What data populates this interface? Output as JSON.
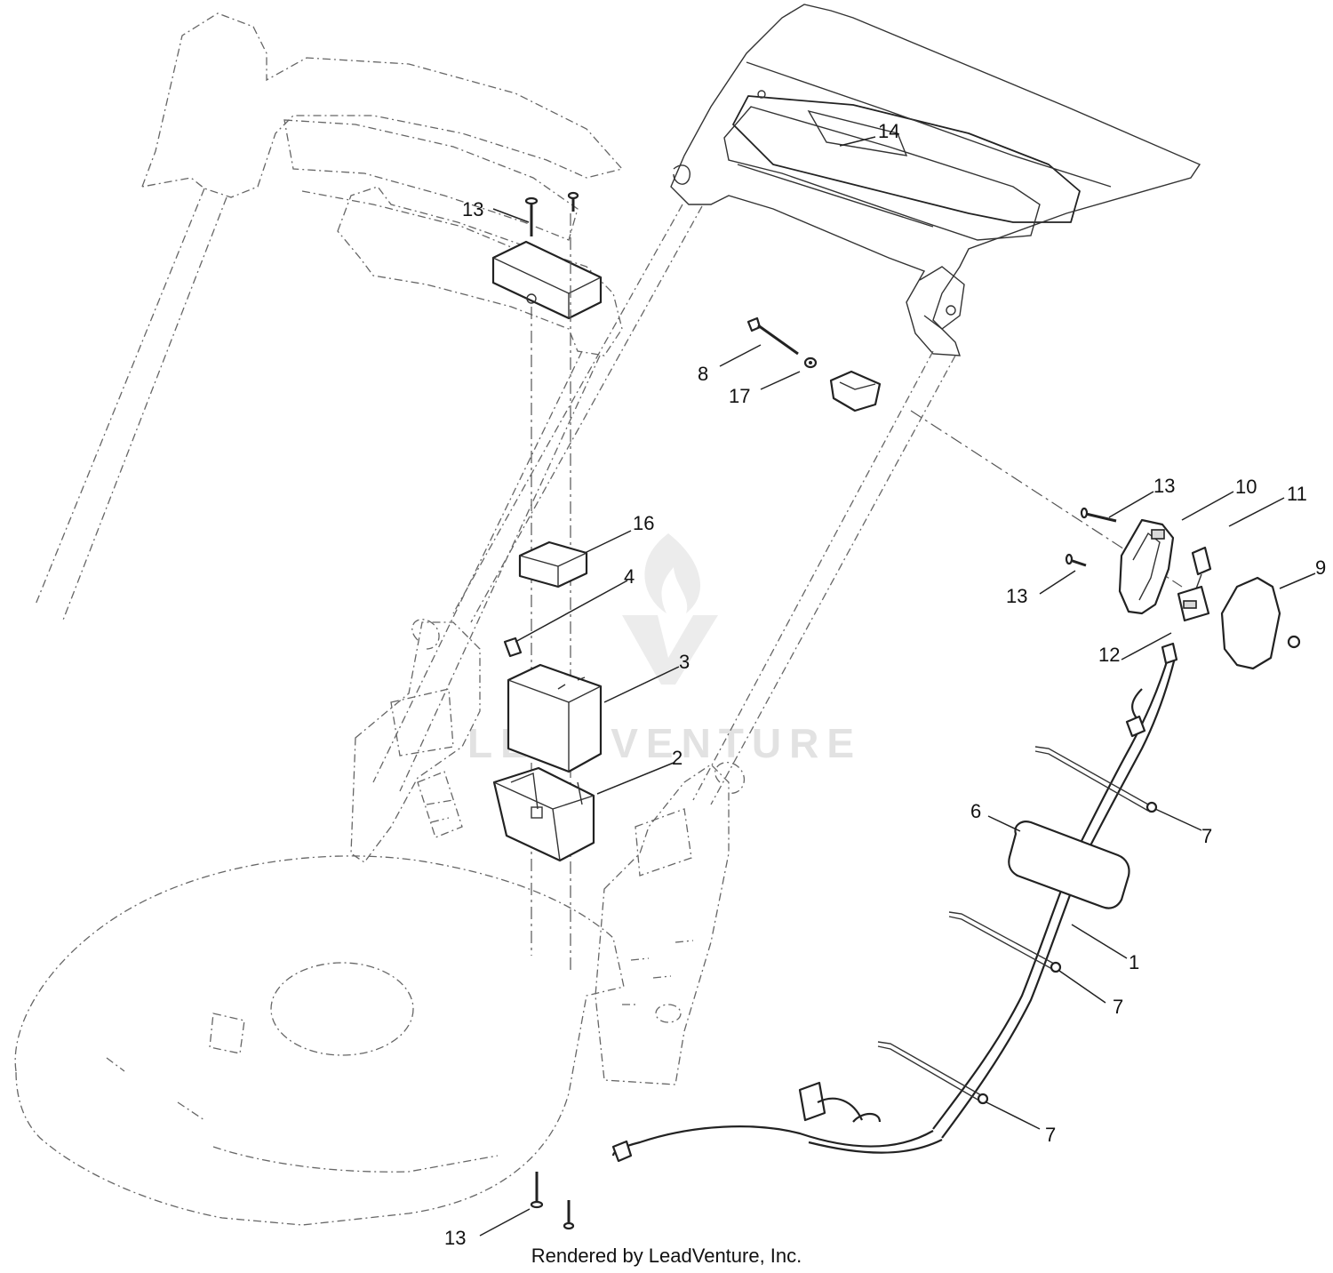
{
  "callouts": [
    {
      "id": "c14",
      "label": "14"
    },
    {
      "id": "c13a",
      "label": "13"
    },
    {
      "id": "c8",
      "label": "8"
    },
    {
      "id": "c17",
      "label": "17"
    },
    {
      "id": "c13b",
      "label": "13"
    },
    {
      "id": "c10",
      "label": "10"
    },
    {
      "id": "c11",
      "label": "11"
    },
    {
      "id": "c9",
      "label": "9"
    },
    {
      "id": "c13c",
      "label": "13"
    },
    {
      "id": "c16",
      "label": "16"
    },
    {
      "id": "c4",
      "label": "4"
    },
    {
      "id": "c3",
      "label": "3"
    },
    {
      "id": "c12",
      "label": "12"
    },
    {
      "id": "c2",
      "label": "2"
    },
    {
      "id": "c6",
      "label": "6"
    },
    {
      "id": "c7a",
      "label": "7"
    },
    {
      "id": "c1",
      "label": "1"
    },
    {
      "id": "c7b",
      "label": "7"
    },
    {
      "id": "c7c",
      "label": "7"
    },
    {
      "id": "c13d",
      "label": "13"
    }
  ],
  "watermark": {
    "text": "LEADVENTURE"
  },
  "footer": {
    "text": "Rendered by LeadVenture, Inc."
  }
}
